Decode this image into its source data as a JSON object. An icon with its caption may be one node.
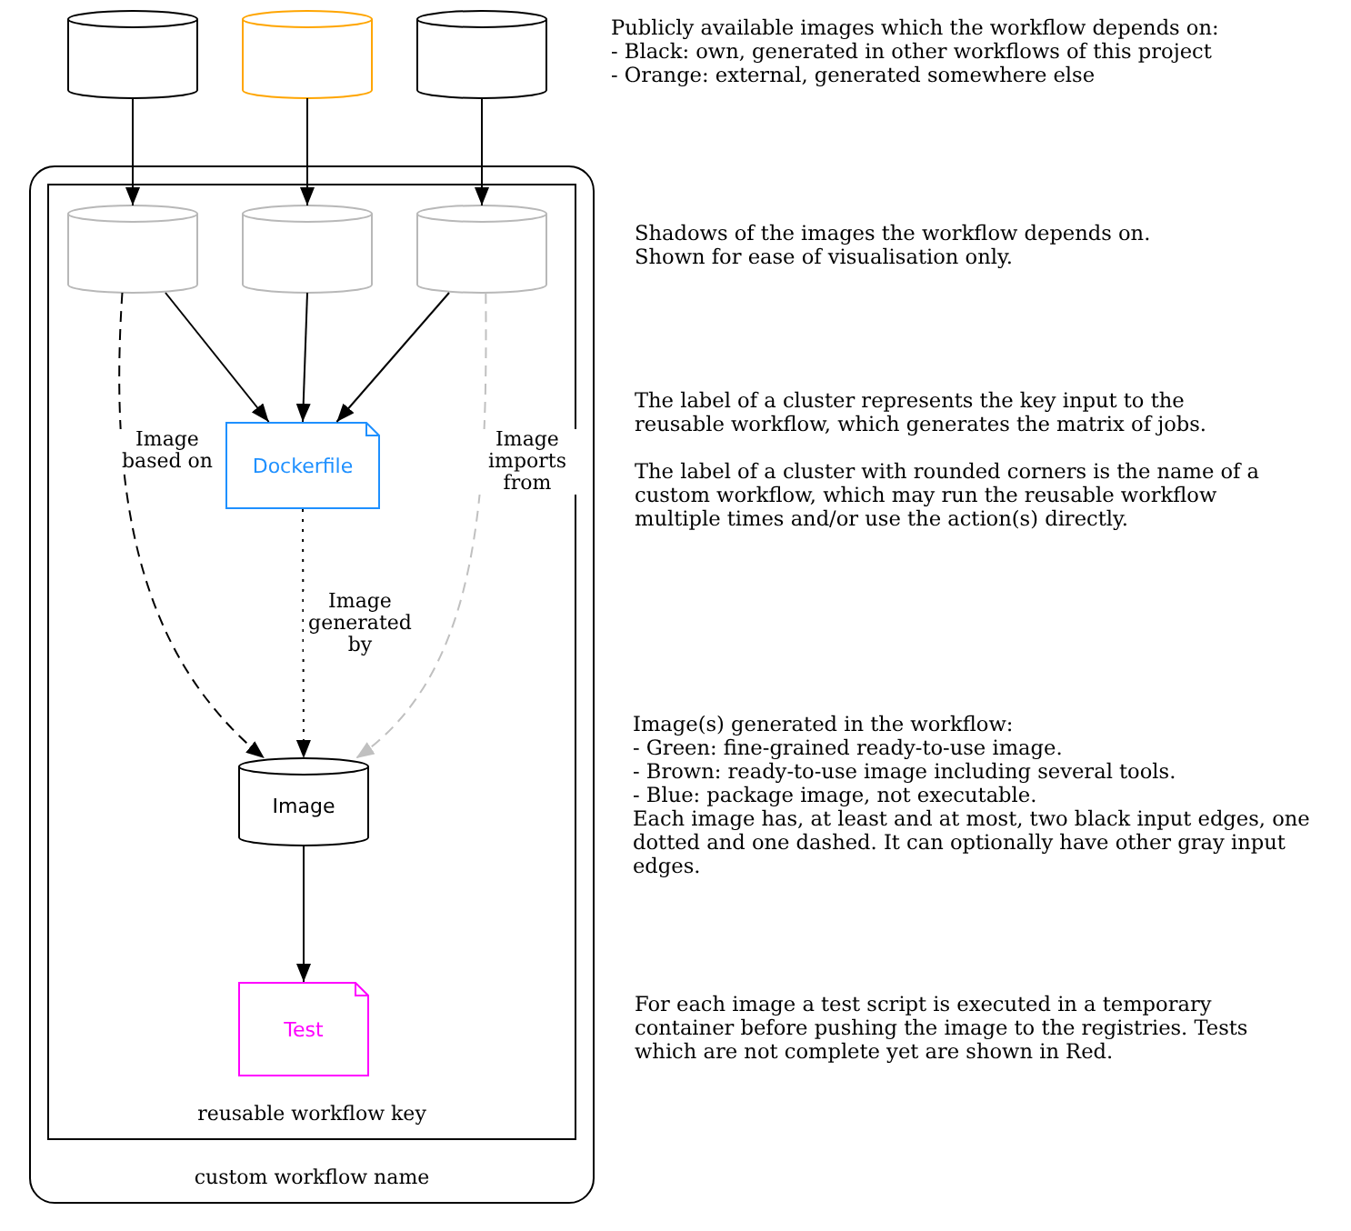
{
  "diagram": {
    "nodes": [
      {
        "text": [
          "custom workflow name"
        ]
      },
      {
        "text": [
          "reusable workflow key"
        ],
        "in": 0
      },
      {
        "text": [],
        "shape": "cylinder"
      },
      {
        "text": [],
        "shape": "cylinder"
      },
      {
        "text": [],
        "shape": "cylinder"
      },
      {
        "text": [],
        "shape": "cylinder",
        "in": 1
      },
      {
        "text": [],
        "shape": "cylinder",
        "in": 1
      },
      {
        "text": [],
        "shape": "cylinder",
        "in": 1
      },
      {
        "text": [
          "Dockerfile"
        ],
        "in": 1
      },
      {
        "text": [
          "Image"
        ],
        "in": 1
      },
      {
        "text": [
          "Test"
        ],
        "in": 1
      }
    ],
    "edges": [
      {
        "from": 2,
        "to": 5,
        "arrow": "to"
      },
      {
        "from": 3,
        "to": 6,
        "arrow": "to"
      },
      {
        "from": 4,
        "to": 7,
        "arrow": "to"
      },
      {
        "from": 5,
        "to": 8,
        "arrow": "to"
      },
      {
        "from": 6,
        "to": 8,
        "arrow": "to"
      },
      {
        "from": 7,
        "to": 8,
        "arrow": "to"
      },
      {
        "from": 5,
        "to": 9,
        "arrow": "to",
        "label": "Image based on",
        "style": "dashed"
      },
      {
        "from": 8,
        "to": 9,
        "arrow": "to",
        "label": "Image generated by",
        "style": "dashed"
      },
      {
        "from": 7,
        "to": 9,
        "arrow": "to",
        "label": "Image imports from",
        "style": "dashed",
        "color": "#c0c0c0"
      },
      {
        "from": 9,
        "to": 10,
        "arrow": "to"
      }
    ],
    "labels": [
      "Publicly available images which the workflow depends on:",
      "- Black: own, generated in other workflows of this project",
      "- Orange: external, generated somewhere else",
      "Shadows of the images the workflow depends on.",
      "Shown for ease of visualisation only.",
      "The label of a cluster represents the key input to the reusable workflow, which generates the matrix of jobs.",
      "The label of a cluster with rounded corners is the name of a custom workflow, which may run the reusable workflow multiple times and/or use the action(s) directly.",
      "Image(s) generated in the workflow:",
      "- Green: fine-grained ready-to-use image.",
      "- Brown: ready-to-use image including several tools.",
      "- Blue: package image, not executable.",
      "Each image has, at least and at most, two black input edges, one dotted and one dashed. It can optionally have other gray input edges.",
      "For each image a test script is executed in a temporary container before pushing the image to the registries. Tests which are not complete yet are shown in Red."
    ]
  }
}
